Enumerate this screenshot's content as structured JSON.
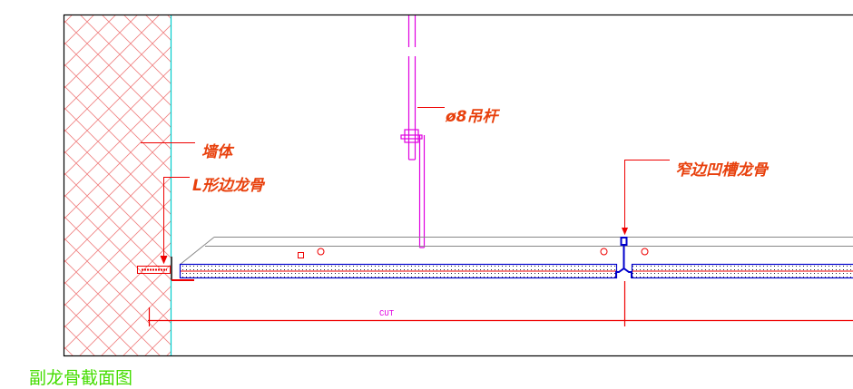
{
  "drawing": {
    "title": "副龙骨截面图",
    "labels": {
      "wall": "墙体",
      "l_edge_keel": "L形边龙骨",
      "hanger_rod": "ø8吊杆",
      "narrow_groove_keel": "窄边凹槽龙骨"
    },
    "dimension_text": "CUT"
  },
  "colors": {
    "annotation": "#e8400c",
    "panel": "#0000cc",
    "rod": "#e000e0",
    "wall_hatch": "#f08080",
    "wall_face": "#00cccc",
    "title": "#44dd00"
  }
}
